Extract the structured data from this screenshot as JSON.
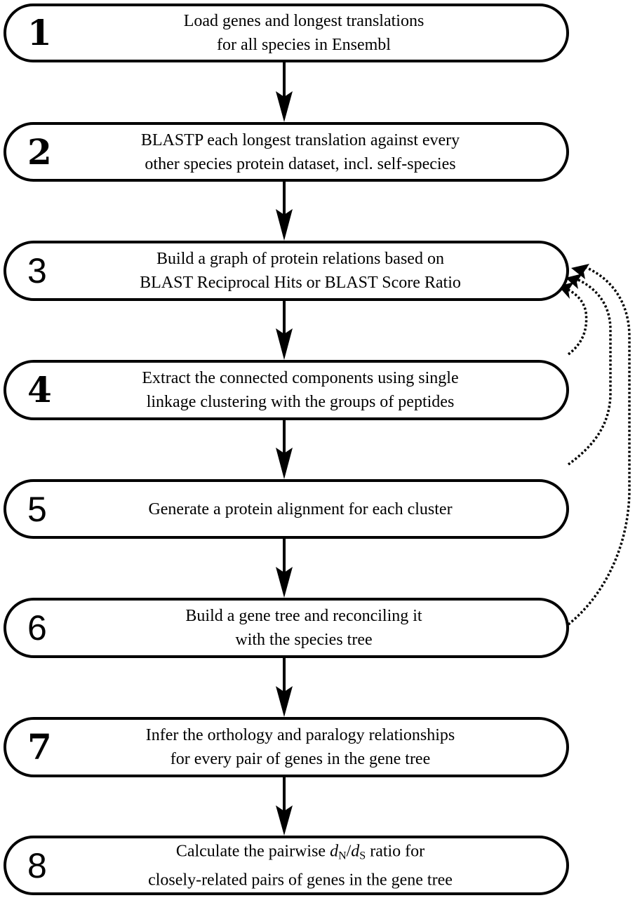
{
  "diagram": {
    "type": "flowchart",
    "steps": [
      {
        "number": "1",
        "lines": [
          "Load genes and longest translations",
          "for all species in Ensembl"
        ]
      },
      {
        "number": "2",
        "lines": [
          "BLASTP each longest translation against every",
          "other species protein dataset, incl. self-species"
        ]
      },
      {
        "number": "3",
        "lines": [
          "Build a graph of protein relations based on",
          "BLAST Reciprocal Hits or BLAST Score Ratio"
        ]
      },
      {
        "number": "4",
        "lines": [
          "Extract the connected components using single",
          "linkage clustering with the groups of peptides"
        ]
      },
      {
        "number": "5",
        "lines": [
          "Generate a protein alignment for each cluster"
        ]
      },
      {
        "number": "6",
        "lines": [
          "Build a gene tree and reconciling it",
          "with the species tree"
        ]
      },
      {
        "number": "7",
        "lines": [
          "Infer the orthology and paralogy relationships",
          "for every pair of genes in the gene tree"
        ]
      },
      {
        "number": "8",
        "line1": {
          "before": "Calculate the pairwise ",
          "d1": "d",
          "sub1": "N",
          "slash": "/",
          "d2": "d",
          "sub2": "S",
          "after": " ratio for"
        },
        "lines": [
          "closely-related pairs of genes in the gene tree"
        ]
      }
    ],
    "edges": [
      {
        "from": "1",
        "to": "2",
        "style": "solid"
      },
      {
        "from": "2",
        "to": "3",
        "style": "solid"
      },
      {
        "from": "3",
        "to": "4",
        "style": "solid"
      },
      {
        "from": "4",
        "to": "5",
        "style": "solid"
      },
      {
        "from": "5",
        "to": "6",
        "style": "solid"
      },
      {
        "from": "6",
        "to": "7",
        "style": "solid"
      },
      {
        "from": "7",
        "to": "8",
        "style": "solid"
      },
      {
        "from": "4",
        "to": "3",
        "style": "dotted"
      },
      {
        "from": "5",
        "to": "3",
        "style": "dotted"
      },
      {
        "from": "6",
        "to": "3",
        "style": "dotted"
      }
    ]
  }
}
